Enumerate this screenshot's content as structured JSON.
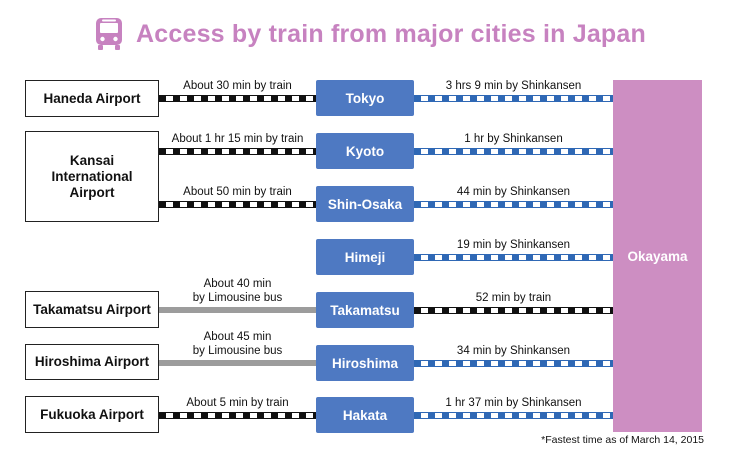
{
  "title": "Access by train from major cities in Japan",
  "icons": {
    "header": "bus-icon"
  },
  "colors": {
    "title": "#c782c0",
    "station": "#4e79c2",
    "shinkansen": "#2f68b5",
    "destination": "#cd8ec2",
    "bus_line": "#9c9c9c"
  },
  "destination": "Okayama",
  "airports": {
    "haneda": "Haneda Airport",
    "kansai": "Kansai International Airport",
    "takamatsu": "Takamatsu Airport",
    "hiroshima": "Hiroshima Airport",
    "fukuoka": "Fukuoka Airport"
  },
  "routes": [
    {
      "station": "Tokyo",
      "feeder": "About 30 min by train",
      "feeder_line2": "",
      "feeder_mode": "train",
      "main": "3 hrs 9 min by Shinkansen",
      "main_mode": "shinkansen"
    },
    {
      "station": "Kyoto",
      "feeder": "About 1 hr 15 min by train",
      "feeder_line2": "",
      "feeder_mode": "train",
      "main": "1 hr by Shinkansen",
      "main_mode": "shinkansen"
    },
    {
      "station": "Shin-Osaka",
      "feeder": "About 50 min by train",
      "feeder_line2": "",
      "feeder_mode": "train",
      "main": "44 min by Shinkansen",
      "main_mode": "shinkansen"
    },
    {
      "station": "Himeji",
      "feeder": "",
      "feeder_line2": "",
      "feeder_mode": "none",
      "main": "19 min by Shinkansen",
      "main_mode": "shinkansen"
    },
    {
      "station": "Takamatsu",
      "feeder": "About 40 min",
      "feeder_line2": "by Limousine bus",
      "feeder_mode": "bus",
      "main": "52 min by train",
      "main_mode": "train"
    },
    {
      "station": "Hiroshima",
      "feeder": "About 45 min",
      "feeder_line2": "by Limousine bus",
      "feeder_mode": "bus",
      "main": "34 min by Shinkansen",
      "main_mode": "shinkansen"
    },
    {
      "station": "Hakata",
      "feeder": "About 5 min by train",
      "feeder_line2": "",
      "feeder_mode": "train",
      "main": "1 hr 37 min by Shinkansen",
      "main_mode": "shinkansen"
    }
  ],
  "footnote": "*Fastest time as of March 14, 2015"
}
